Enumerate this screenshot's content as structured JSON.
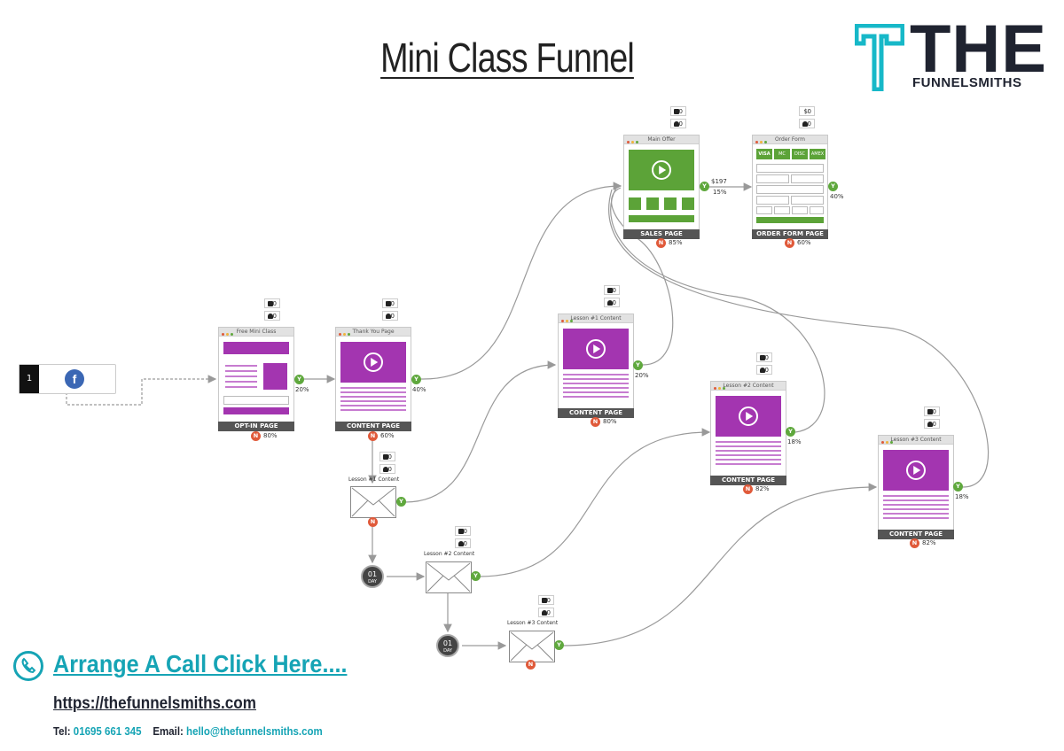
{
  "title": "Mini Class Funnel",
  "logo": {
    "main": "THE",
    "sub": "FUNNELSMITHS"
  },
  "source": {
    "number": "1",
    "icon": "facebook-icon",
    "letter": "f"
  },
  "pages": {
    "optin": {
      "header": "Free Mini Class",
      "footer": "OPT-IN PAGE",
      "yes_pct": "20%",
      "no_pct": "80%",
      "checks": "0",
      "users": "0"
    },
    "thankyou": {
      "header": "Thank You Page",
      "footer": "CONTENT PAGE",
      "yes_pct": "40%",
      "no_pct": "60%",
      "checks": "0",
      "users": "0"
    },
    "lesson1": {
      "header": "Lesson #1 Content",
      "footer": "CONTENT PAGE",
      "yes_pct": "20%",
      "no_pct": "80%",
      "checks": "0",
      "users": "0"
    },
    "lesson2": {
      "header": "Lesson #2 Content",
      "footer": "CONTENT PAGE",
      "yes_pct": "18%",
      "no_pct": "82%",
      "checks": "0",
      "users": "0"
    },
    "lesson3": {
      "header": "Lesson #3 Content",
      "footer": "CONTENT PAGE",
      "yes_pct": "18%",
      "no_pct": "82%",
      "checks": "0",
      "users": "0"
    },
    "sales": {
      "header": "Main Offer",
      "footer": "SALES PAGE",
      "price": "$197",
      "yes_pct": "15%",
      "no_pct": "85%",
      "checks": "0",
      "users": "0"
    },
    "order": {
      "header": "Order Form",
      "footer": "ORDER FORM PAGE",
      "yes_pct": "40%",
      "no_pct": "60%",
      "dollars": "0",
      "users": "0"
    }
  },
  "emails": {
    "e1": {
      "label": "Lesson #1 Content",
      "checks": "0",
      "users": "0"
    },
    "e2": {
      "label": "Lesson #2 Content",
      "checks": "0",
      "users": "0"
    },
    "e3": {
      "label": "Lesson #3 Content",
      "checks": "0",
      "users": "0"
    }
  },
  "timers": {
    "t1": {
      "num": "01",
      "unit": "DAY"
    },
    "t2": {
      "num": "01",
      "unit": "DAY"
    }
  },
  "badges": {
    "yes": "Y",
    "no": "N",
    "dollar": "$"
  },
  "payment_cards": [
    "VISA",
    "MC",
    "DISC",
    "AMEX"
  ],
  "footer": {
    "cta": "Arrange A Call Click Here....",
    "url": "https://thefunnelsmiths.com",
    "tel_label": "Tel:",
    "tel": "01695 661 345",
    "email_label": "Email:",
    "email": "hello@thefunnelsmiths.com"
  },
  "colors": {
    "accent": "#16a4b5",
    "content": "#a335b0",
    "sales": "#5ca338",
    "yes": "#5fa83d",
    "no": "#e05a3a",
    "dark": "#1f2330"
  }
}
